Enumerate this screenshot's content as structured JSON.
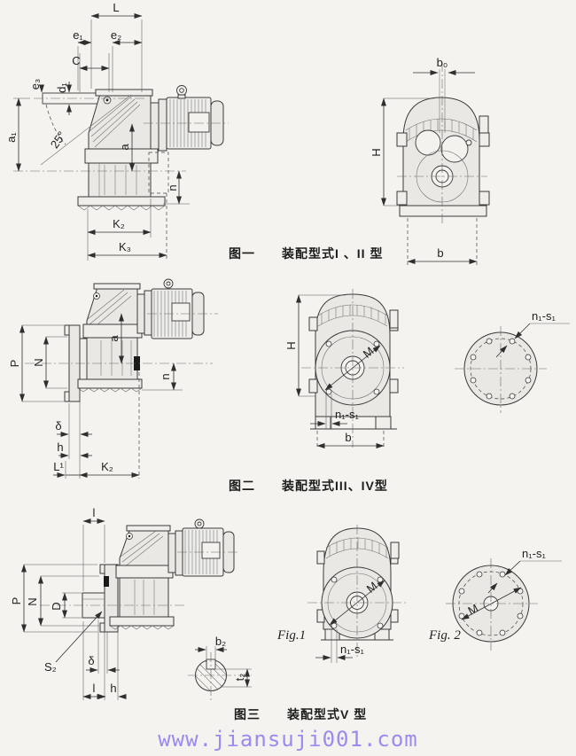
{
  "colors": {
    "paper": "#f4f3f0",
    "ink": "#2f2f2f",
    "url": "#9c8af0"
  },
  "captions": {
    "row1": "图一　　装配型式I 、II 型",
    "row2": "图二　　装配型式III、IV型",
    "row3": "图三　　装配型式V 型"
  },
  "url_text": "www.jiansuji001.com",
  "labels": {
    "r1s": {
      "L": "L",
      "e1": "e₁",
      "e2": "e₂",
      "C": "C",
      "e3": "e₃",
      "d1": "d₁",
      "a1": "a₁",
      "angle": "25°",
      "a": "a",
      "n": "n",
      "K2": "K₂",
      "K3": "K₃"
    },
    "r1f": {
      "b0": "b₀",
      "H": "H",
      "b": "b"
    },
    "r2s": {
      "P": "P",
      "N": "N",
      "a": "a",
      "n": "n",
      "delta": "δ",
      "h": "h",
      "L1": "L¹",
      "K2": "K₂"
    },
    "r2f": {
      "H": "H",
      "M": "M",
      "n1s1": "n₁-s₁",
      "b": "b"
    },
    "r2c": {
      "n1s1": "n₁-s₁"
    },
    "r3s": {
      "l_top": "l",
      "P": "P",
      "N": "N",
      "D": "D",
      "S2": "S₂",
      "delta": "δ",
      "l": "l",
      "h": "h"
    },
    "r3x": {
      "b2": "b₂",
      "t2": "t₂"
    },
    "r3f": {
      "fig": "Fig.1",
      "M": "M",
      "n1s1": "n₁-s₁"
    },
    "r3c": {
      "fig": "Fig. 2",
      "M": "M",
      "n1s1": "n₁-s₁"
    }
  }
}
